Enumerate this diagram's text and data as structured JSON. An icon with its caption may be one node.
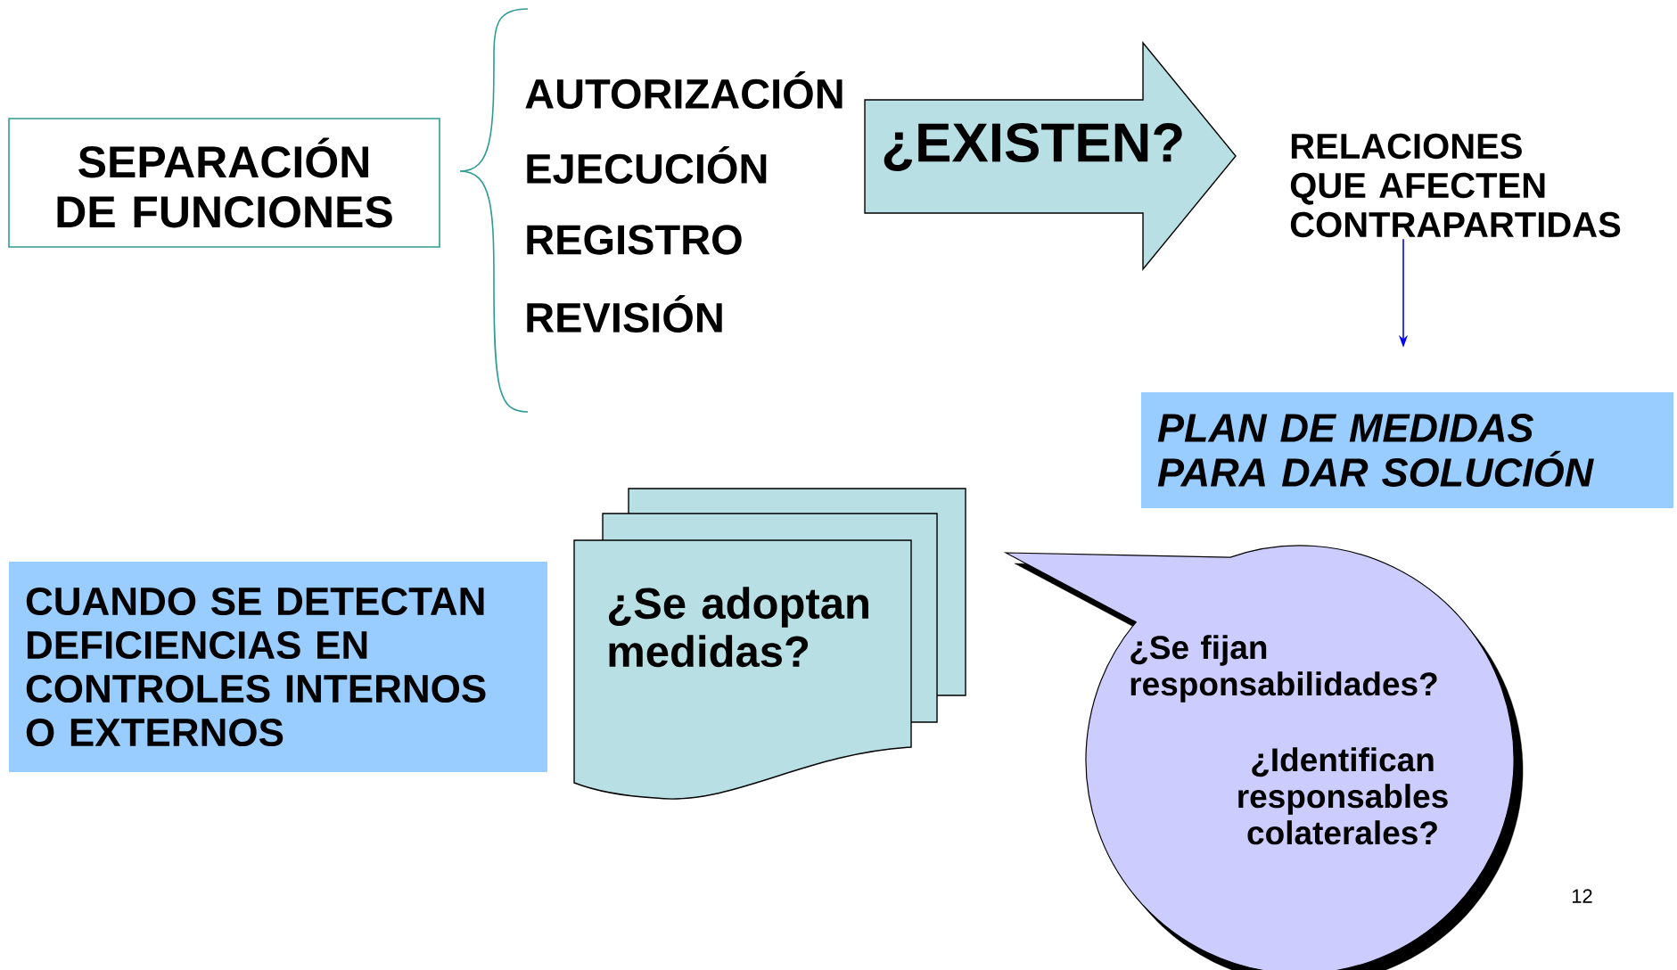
{
  "diagram": {
    "nodes": [
      {
        "text": [
          "SEPARACIÓN DE FUNCIONES"
        ]
      },
      {
        "text": [
          "¿EXISTEN?"
        ]
      },
      {
        "text": [
          "RELACIONES QUE AFECTEN CONTRAPARTIDAS"
        ]
      },
      {
        "text": [
          "PLAN DE MEDIDAS PARA DAR SOLUCIÓN"
        ]
      },
      {
        "text": [
          "CUANDO SE DETECTAN DEFICIENCIAS EN CONTROLES INTERNOS O EXTERNOS"
        ]
      },
      {
        "text": [
          "¿Se adoptan medidas?"
        ]
      },
      {
        "text": [
          "¿Se fijan responsabilidades?",
          "¿Identifican responsables colaterales?"
        ]
      }
    ],
    "edges": [
      {
        "from": 2,
        "to": 3,
        "arrow": "to",
        "color": "#0000ff"
      }
    ],
    "labels": [
      "AUTORIZACIÓN",
      "EJECUCIÓN",
      "REGISTRO",
      "REVISIÓN",
      "12"
    ]
  }
}
